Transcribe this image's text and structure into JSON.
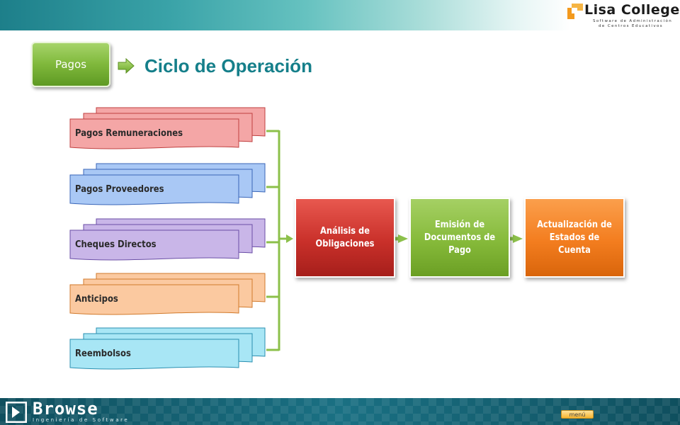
{
  "logo": {
    "title": "Lisa College",
    "subtitle_line1": "Software de Administración",
    "subtitle_line2": "de Centros Educativos"
  },
  "header": {
    "section_label": "Pagos",
    "title": "Ciclo de Operación"
  },
  "inputs": [
    {
      "label": "Pagos Remuneraciones",
      "color": "#f4a6a6"
    },
    {
      "label": "Pagos Proveedores",
      "color": "#a9c8f5"
    },
    {
      "label": "Cheques Directos",
      "color": "#c9b6e8"
    },
    {
      "label": "Anticipos",
      "color": "#fbc9a0"
    },
    {
      "label": "Reembolsos",
      "color": "#a8e6f5"
    }
  ],
  "process": [
    {
      "label": "Análisis de Obligaciones",
      "color": "#c9302a"
    },
    {
      "label": "Emisión de Documentos de Pago",
      "color": "#86ba3a"
    },
    {
      "label": "Actualización de Estados de Cuenta",
      "color": "#f37d1f"
    }
  ],
  "footer": {
    "brand": "Browse",
    "brand_subtitle": "Ingeniería de Software",
    "menu_label": "menú"
  },
  "colors": {
    "connector": "#8cc04a",
    "title": "#157f8a"
  }
}
